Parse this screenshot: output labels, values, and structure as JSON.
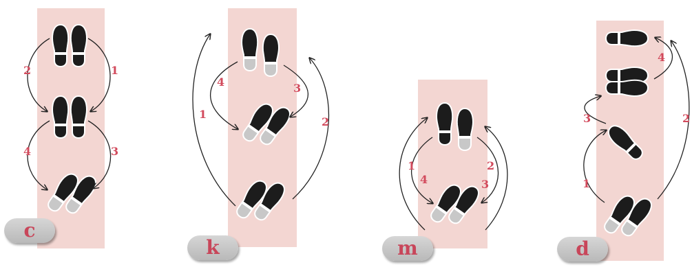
{
  "panels": [
    {
      "label": "c",
      "steps": [
        "1",
        "2",
        "3",
        "4"
      ]
    },
    {
      "label": "k",
      "steps": [
        "1",
        "2",
        "3",
        "4"
      ]
    },
    {
      "label": "m",
      "steps": [
        "1",
        "2",
        "3",
        "4"
      ]
    },
    {
      "label": "d",
      "steps": [
        "1",
        "2",
        "3",
        "4"
      ]
    }
  ],
  "colors": {
    "mat": "#f3d6d2",
    "shoe": "#1c1c1c",
    "heel": "#c8c8c8",
    "step_number": "#d24a5c"
  }
}
